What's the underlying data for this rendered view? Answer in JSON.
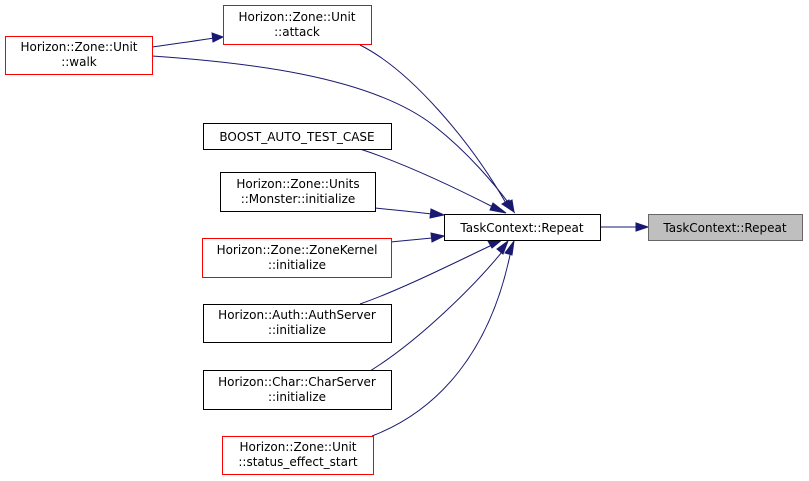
{
  "colors": {
    "edge": "#191970",
    "border_black": "#000000",
    "border_red": "#ff0000",
    "highlight_fill": "#bfbfbf"
  },
  "nodes": {
    "walk": {
      "lines": [
        "Horizon::Zone::Unit",
        "::walk"
      ]
    },
    "attack": {
      "lines": [
        "Horizon::Zone::Unit",
        "::attack"
      ]
    },
    "boost": {
      "lines": [
        "BOOST_AUTO_TEST_CASE"
      ]
    },
    "monster": {
      "lines": [
        "Horizon::Zone::Units",
        "::Monster::initialize"
      ]
    },
    "zonekernel": {
      "lines": [
        "Horizon::Zone::ZoneKernel",
        "::initialize"
      ]
    },
    "authserver": {
      "lines": [
        "Horizon::Auth::AuthServer",
        "::initialize"
      ]
    },
    "charserver": {
      "lines": [
        "Horizon::Char::CharServer",
        "::initialize"
      ]
    },
    "status": {
      "lines": [
        "Horizon::Zone::Unit",
        "::status_effect_start"
      ]
    },
    "repeat_caller": {
      "lines": [
        "TaskContext::Repeat"
      ]
    },
    "repeat_target": {
      "lines": [
        "TaskContext::Repeat"
      ]
    }
  }
}
